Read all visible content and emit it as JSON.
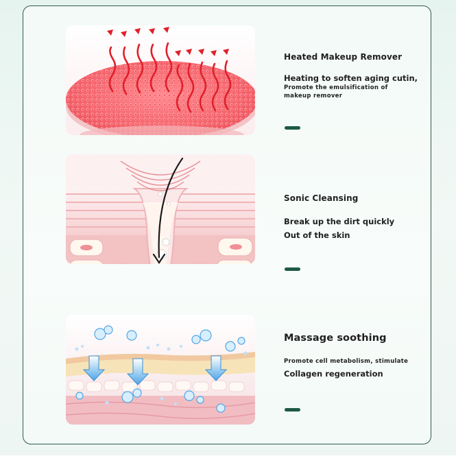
{
  "features": [
    {
      "title": "Heated Makeup Remover",
      "lines": [
        "Heating to soften aging cutin,"
      ],
      "small_lines": [
        "Promote the emulsification of",
        "makeup remover"
      ],
      "illustration_icon": "heated-silicone-brush-icon"
    },
    {
      "title": "Sonic Cleansing",
      "lines": [
        "Break up the dirt quickly",
        "Out of the skin"
      ],
      "small_lines": [],
      "illustration_icon": "sonic-pore-cleansing-icon"
    },
    {
      "title": "Massage soothing",
      "lines": [
        "Collagen regeneration"
      ],
      "small_lines": [
        "Promote cell metabolism, stimulate"
      ],
      "illustration_icon": "h2o-skin-massage-icon"
    }
  ],
  "colors": {
    "frame_border": "#2f5a4c",
    "accent_dash": "#1d5a45",
    "brush_pink": "#f5646c",
    "heat_arrow": "#e0202a",
    "skin_pink": "#f3c2c3",
    "water_blue": "#4fa6e6"
  }
}
